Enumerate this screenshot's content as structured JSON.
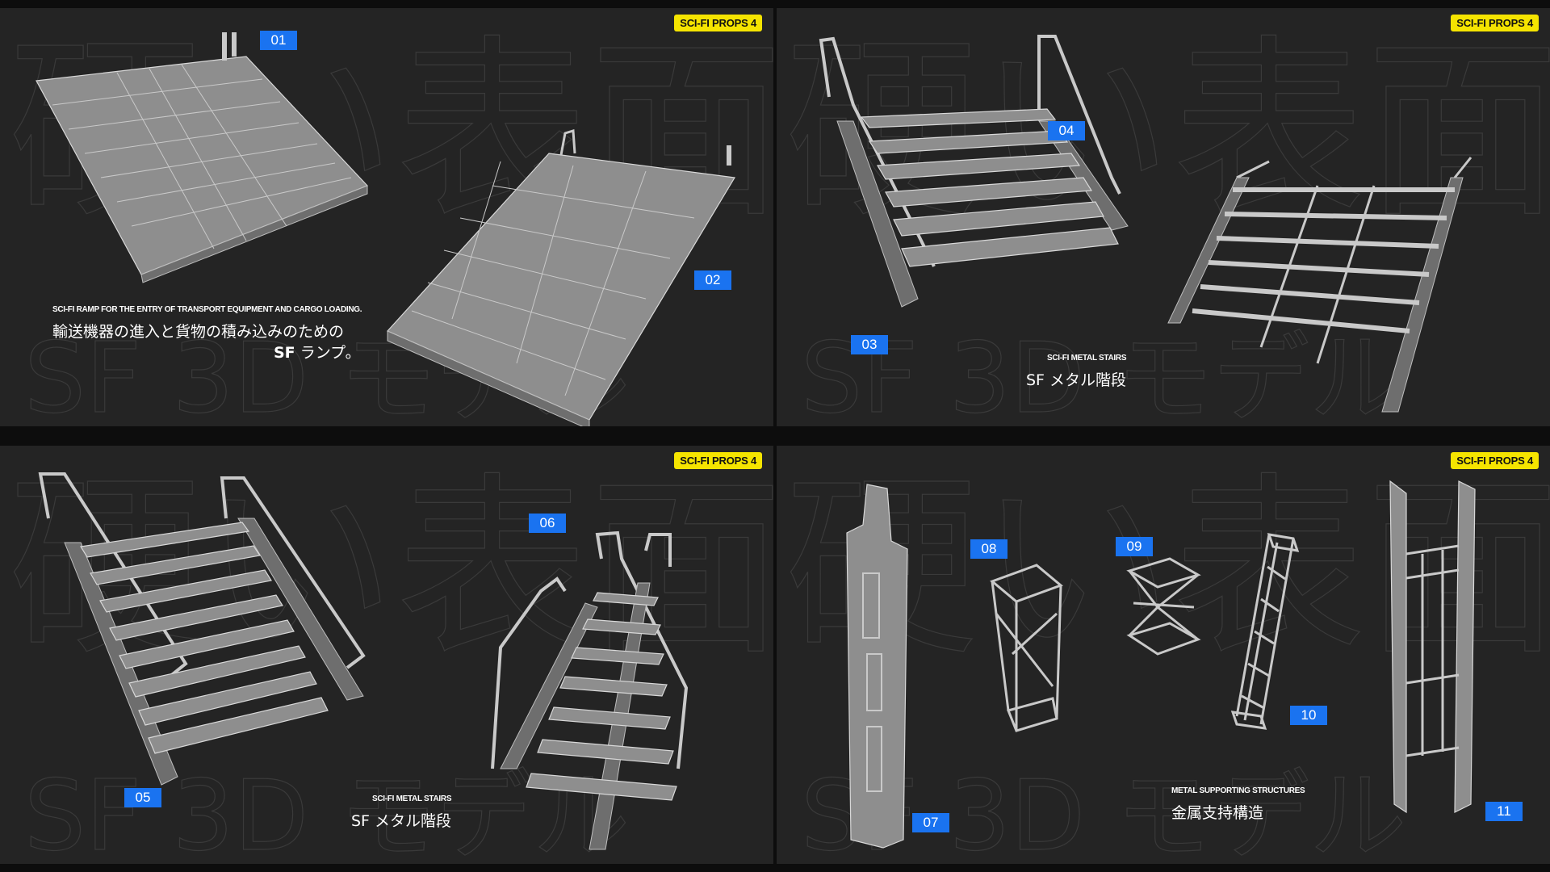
{
  "watermark": {
    "kanji": "硬い表面",
    "sf3d": "SF 3D モデル"
  },
  "panels": [
    {
      "badge": "SCI-FI PROPS 4",
      "numbers": [
        "01",
        "02"
      ],
      "caption_en": "SCI-FI RAMP FOR THE ENTRY OF TRANSPORT EQUIPMENT AND CARGO LOADING.",
      "caption_jp_line1": "輸送機器の進入と貨物の積み込みのための",
      "caption_jp_line2_bold": "SF",
      "caption_jp_line2": " ランプ。"
    },
    {
      "badge": "SCI-FI PROPS 4",
      "numbers": [
        "03",
        "04"
      ],
      "caption_en": "SCI-FI METAL STAIRS",
      "caption_jp": "SF メタル階段"
    },
    {
      "badge": "SCI-FI PROPS 4",
      "numbers": [
        "05",
        "06"
      ],
      "caption_en": "SCI-FI METAL STAIRS",
      "caption_jp": "SF メタル階段"
    },
    {
      "badge": "SCI-FI PROPS 4",
      "numbers": [
        "07",
        "08",
        "09",
        "10",
        "11"
      ],
      "caption_en": "METAL SUPPORTING STRUCTURES",
      "caption_jp": "金属支持構造"
    }
  ],
  "colors": {
    "badge": "#f5e400",
    "number_tag": "#1a73f0",
    "panel_bg": "#242424"
  }
}
